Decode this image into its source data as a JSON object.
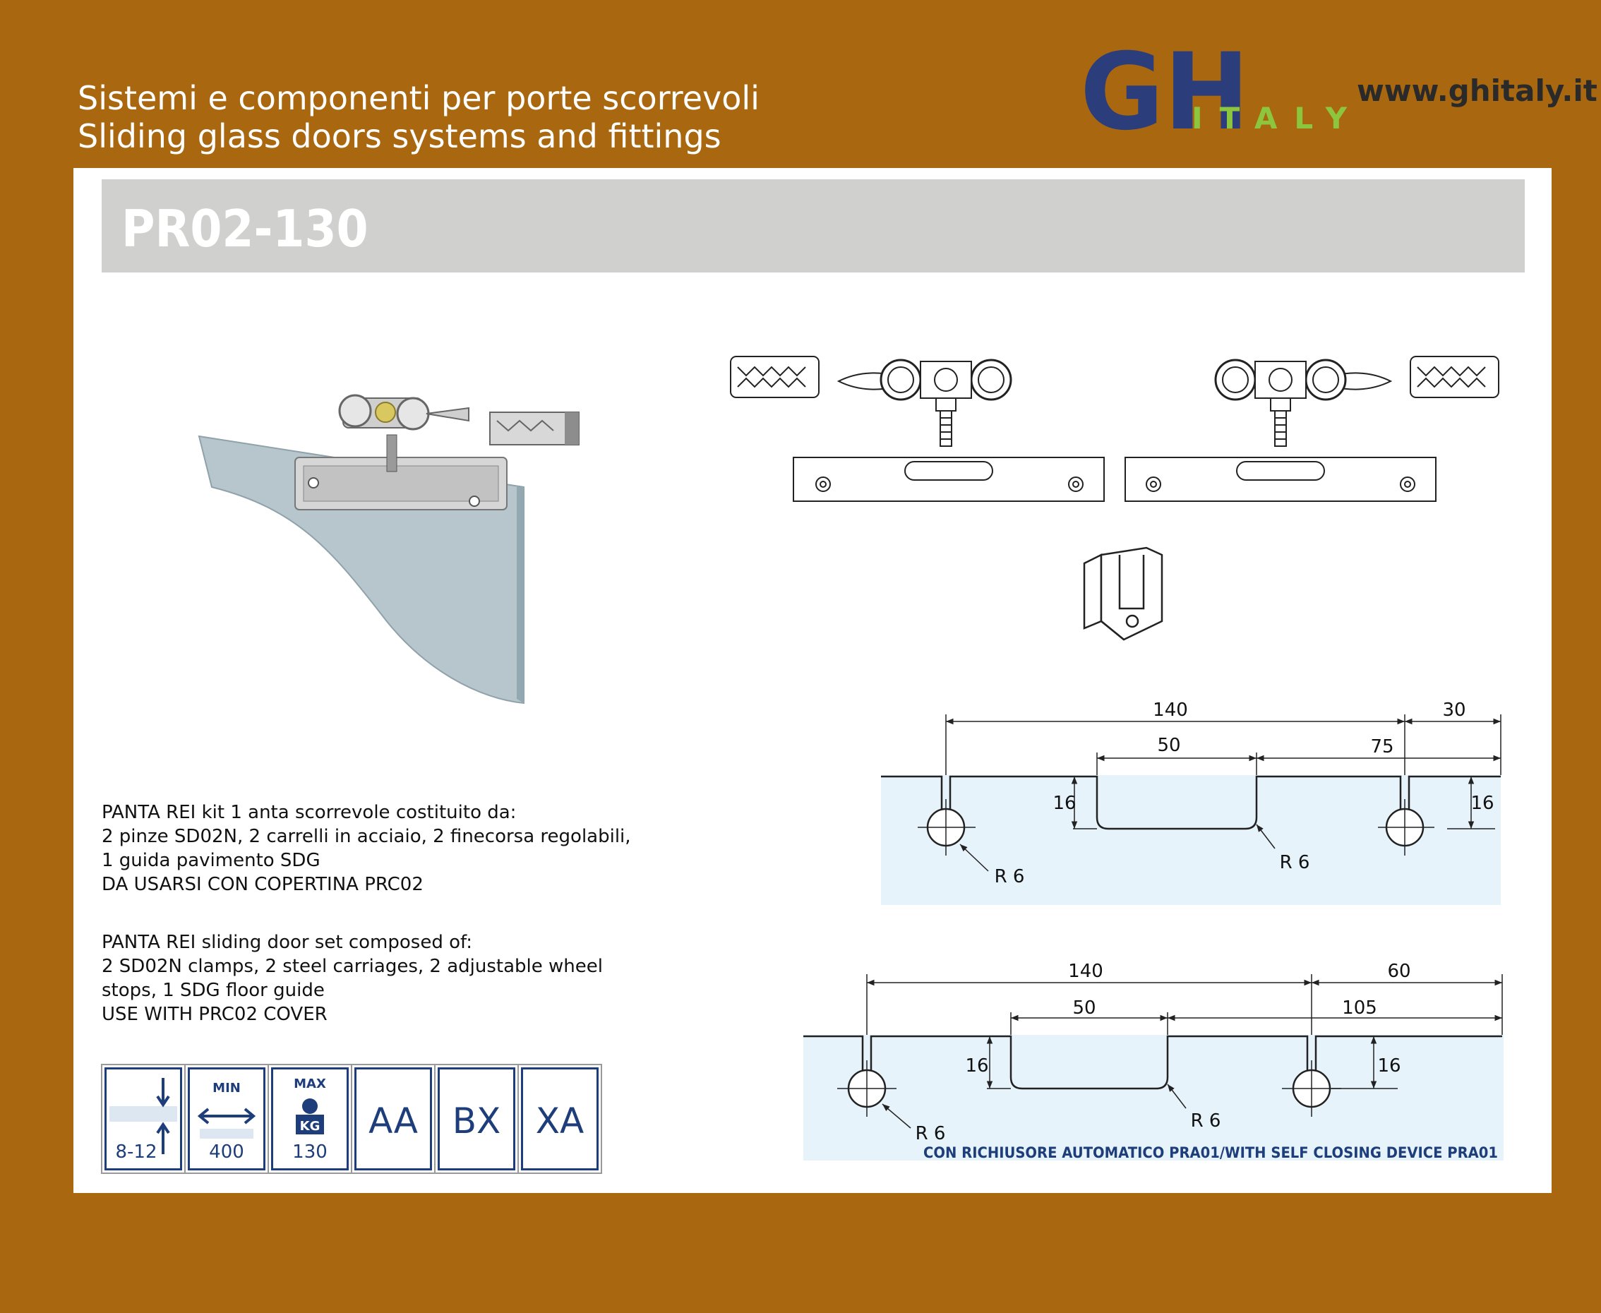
{
  "header": {
    "line1": "Sistemi e componenti per porte scorrevoli",
    "line2": "Sliding glass doors systems and fittings",
    "logo_main": "GH",
    "logo_sub": "ITALY",
    "website": "www.ghitaly.it"
  },
  "product": {
    "code": "PR02-130"
  },
  "description": {
    "it": "PANTA REI kit 1 anta scorrevole costituito da:\n2 pinze SD02N, 2 carrelli in acciaio, 2 finecorsa regolabili,\n1 guida pavimento SDG\nDA USARSI CON COPERTINA PRC02",
    "en": "PANTA REI sliding door set composed of:\n2 SD02N clamps, 2 steel carriages, 2 adjustable wheel\nstops, 1 SDG floor guide\nUSE WITH PRC02 COVER"
  },
  "icons": [
    {
      "name": "glass-thickness-icon",
      "value": "8-12"
    },
    {
      "name": "min-width-icon",
      "top": "MIN",
      "value": "400"
    },
    {
      "name": "max-weight-icon",
      "top": "MAX",
      "unit": "KG",
      "value": "130"
    },
    {
      "name": "code-aa",
      "code": "AA"
    },
    {
      "name": "code-bx",
      "code": "BX"
    },
    {
      "name": "code-xa",
      "code": "XA"
    }
  ],
  "drawing1": {
    "d_total": "140",
    "d_end": "30",
    "d_cut": "50",
    "d_right": "75",
    "d_depth_left": "16",
    "d_depth_right": "16",
    "r_left": "R 6",
    "r_right": "R 6"
  },
  "drawing2": {
    "d_total": "140",
    "d_end": "60",
    "d_cut": "50",
    "d_right": "105",
    "d_depth_left": "16",
    "d_depth_right": "16",
    "r_left": "R 6",
    "r_right": "R 6",
    "note": "CON RICHIUSORE AUTOMATICO PRA01/WITH SELF CLOSING DEVICE PRA01"
  },
  "colors": {
    "background": "#A9670F",
    "panel": "#FFFFFF",
    "title_bar": "#D0D0CF",
    "logo_blue": "#2B3D7B",
    "logo_green": "#8CC63F",
    "icon_blue": "#1E3D7B",
    "drawing_fill": "#E6F3FA"
  }
}
